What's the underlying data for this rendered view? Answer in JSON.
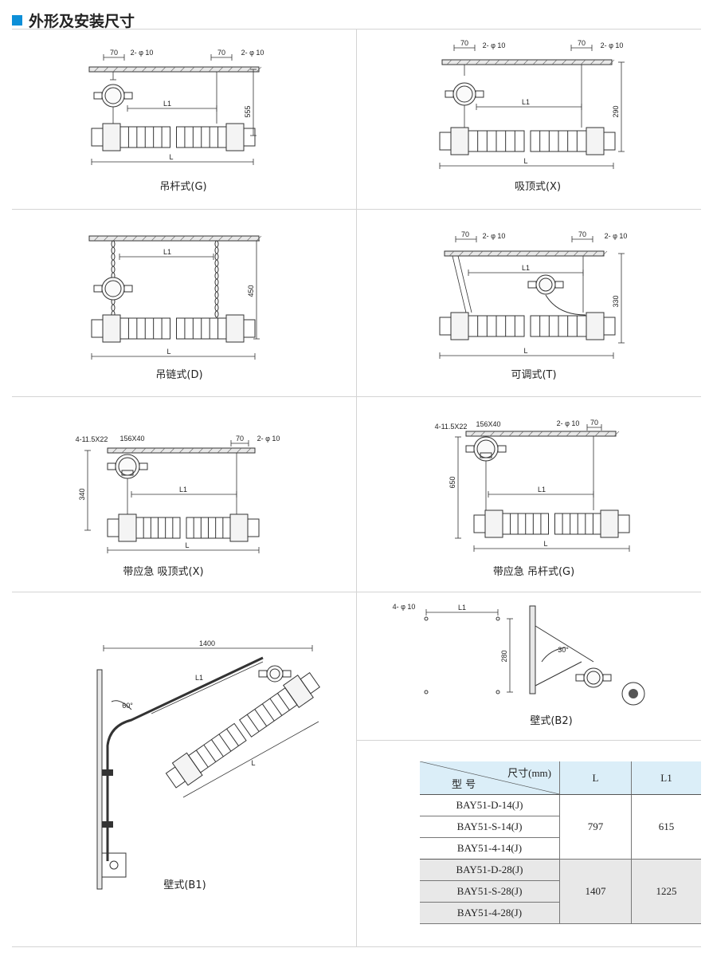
{
  "title": "外形及安装尺寸",
  "panels": [
    {
      "caption": "吊杆式(G)",
      "dims": [
        "70",
        "2- φ 10",
        "70",
        "2- φ 10",
        "L1",
        "555",
        "L"
      ]
    },
    {
      "caption": "吸顶式(X)",
      "dims": [
        "70",
        "2- φ 10",
        "70",
        "2- φ 10",
        "L1",
        "290",
        "L"
      ]
    },
    {
      "caption": "吊链式(D)",
      "dims": [
        "L1",
        "450",
        "L"
      ]
    },
    {
      "caption": "可调式(T)",
      "dims": [
        "70",
        "2- φ 10",
        "70",
        "2- φ 10",
        "L1",
        "330",
        "L"
      ]
    },
    {
      "caption": "带应急 吸顶式(X)",
      "dims": [
        "4-11.5X22",
        "156X40",
        "70",
        "2- φ 10",
        "L1",
        "340",
        "L"
      ]
    },
    {
      "caption": "带应急 吊杆式(G)",
      "dims": [
        "4-11.5X22",
        "156X40",
        "2- φ 10",
        "70",
        "L1",
        "650",
        "L"
      ]
    },
    {
      "caption": "壁式(B1)",
      "dims": [
        "1400",
        "L1",
        "60°",
        "L"
      ]
    },
    {
      "caption": "壁式(B2)",
      "dims": [
        "4- φ 10",
        "L1",
        "280",
        "30°"
      ]
    }
  ],
  "table": {
    "header_dim": "尺寸(mm)",
    "header_model": "型 号",
    "col_L": "L",
    "col_L1": "L1",
    "groups": [
      {
        "models": [
          "BAY51-D-14(J)",
          "BAY51-S-14(J)",
          "BAY51-4-14(J)"
        ],
        "L": "797",
        "L1": "615"
      },
      {
        "models": [
          "BAY51-D-28(J)",
          "BAY51-S-28(J)",
          "BAY51-4-28(J)"
        ],
        "L": "1407",
        "L1": "1225"
      }
    ]
  }
}
